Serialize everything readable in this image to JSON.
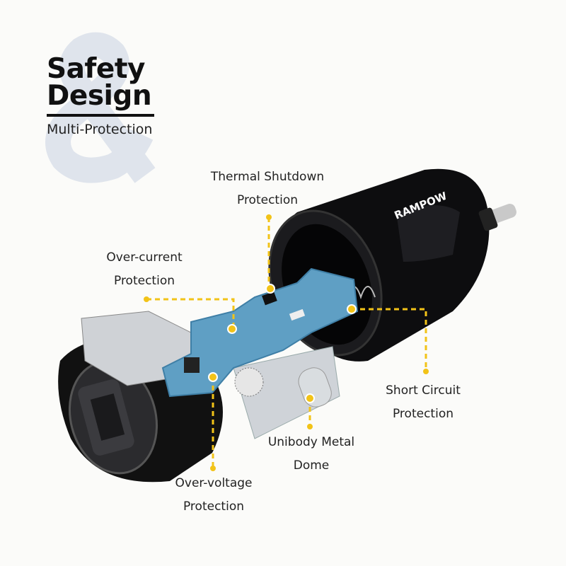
{
  "header": {
    "title_line1": "Safety",
    "title_line2": "Design",
    "subtitle": "Multi-Protection",
    "background_glyph": "&"
  },
  "product": {
    "brand": "RAMPOW"
  },
  "callouts": [
    {
      "line1": "Thermal Shutdown",
      "line2": "Protection"
    },
    {
      "line1": "Over-current",
      "line2": "Protection"
    },
    {
      "line1": "Short Circuit",
      "line2": "Protection"
    },
    {
      "line1": "Unibody Metal",
      "line2": "Dome"
    },
    {
      "line1": "Over-voltage",
      "line2": "Protection"
    }
  ],
  "colors": {
    "accent": "#f2c318",
    "pcb": "#5f9fc4",
    "body": "#0d0d0f",
    "ampersand": "#dfe4ec"
  }
}
